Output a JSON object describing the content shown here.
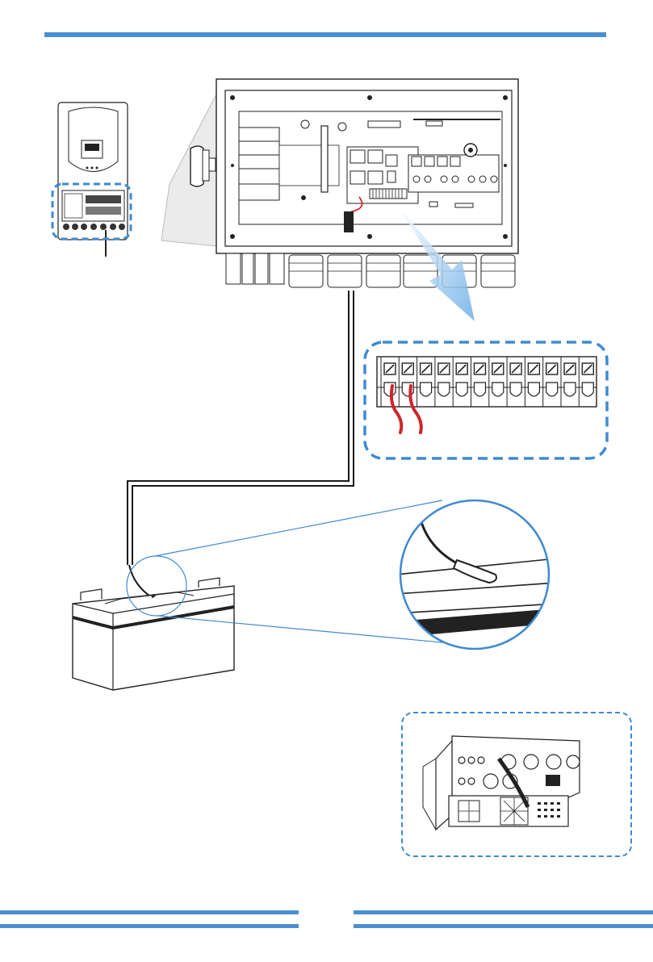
{
  "page": {
    "number": ""
  },
  "colors": {
    "accent_blue": "#4a8fd0",
    "callout_blue": "#3f8ad2",
    "cable_red": "#d0252a",
    "line_dark": "#1a1a1a",
    "arrow_blue": "#8fc0ea"
  },
  "diagram": {
    "terminal_block": {
      "terminal_count": 12,
      "wired_terminals": [
        1,
        2
      ]
    },
    "icons": [
      "inverter-thumbnail-icon",
      "inverter-wiring-compartment-icon",
      "terminal-block-closeup-icon",
      "battery-icon",
      "temperature-sensor-closeup-icon",
      "inverter-bottom-view-icon"
    ]
  }
}
